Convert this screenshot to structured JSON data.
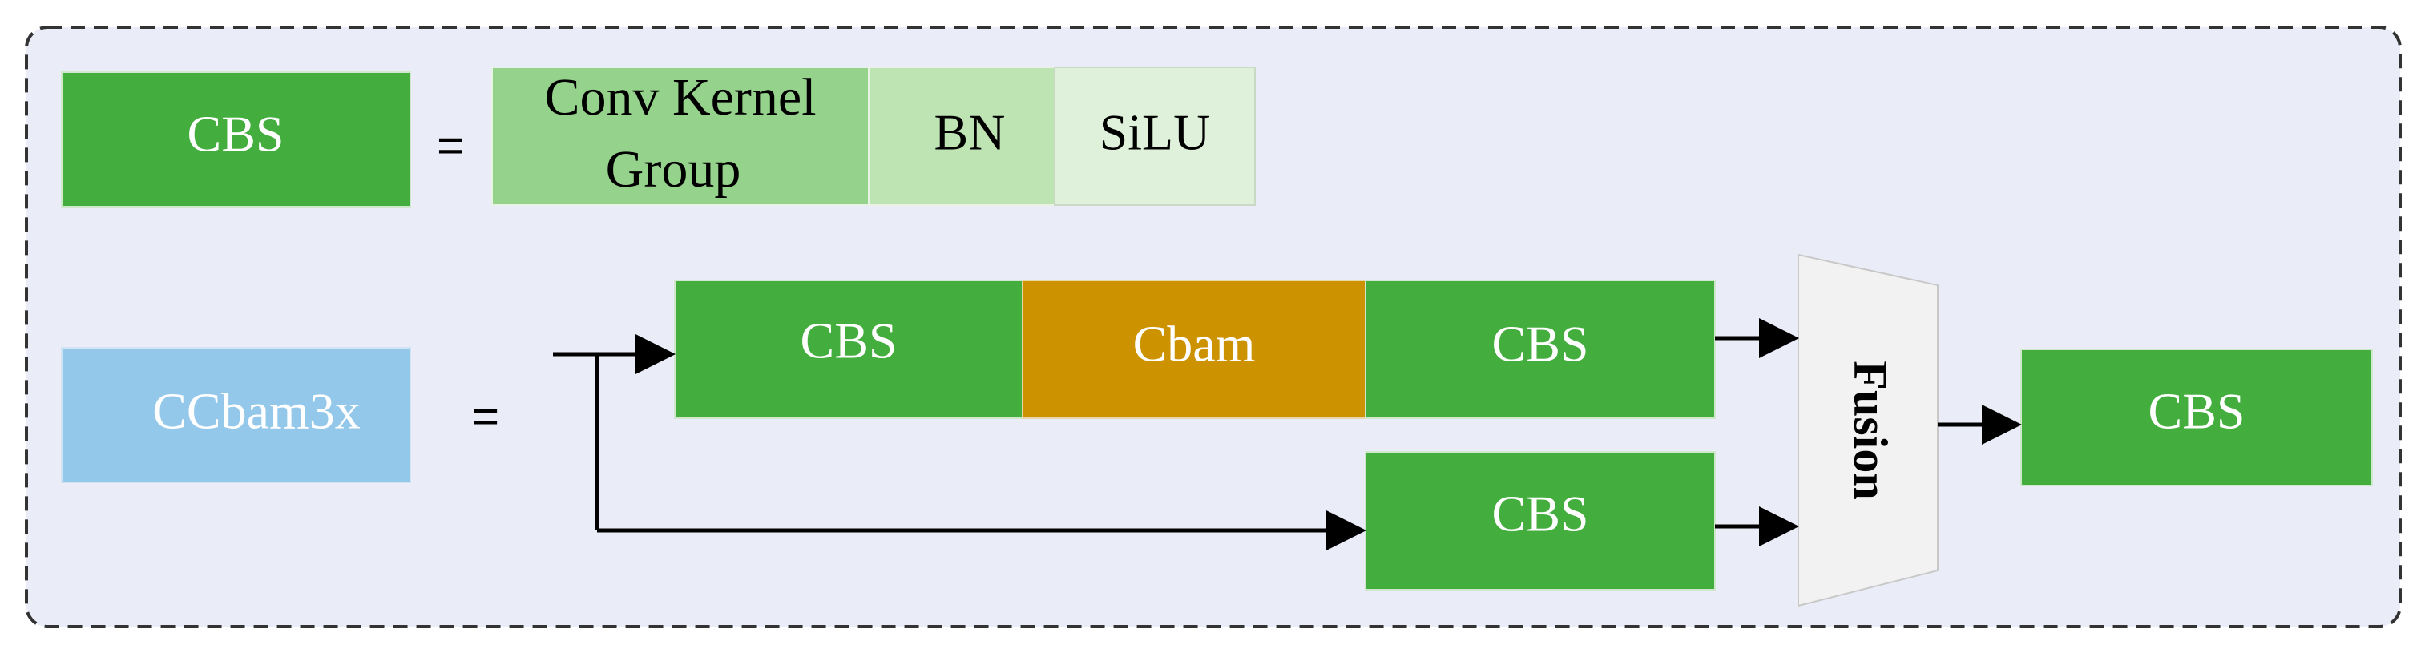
{
  "colors": {
    "panel_bg": "#eaedf8",
    "panel_border": "#333333",
    "cbs_green": "#43ad3e",
    "conv_green": "#95d28b",
    "bn_green": "#bde4b2",
    "silu_green": "#dff1da",
    "cbam_orange": "#cc9200",
    "ccbam_blue": "#94c8ea",
    "fusion_gray": "#f2f2f2",
    "arrow": "#000000",
    "text_white": "#ffffff",
    "text_black": "#000000"
  },
  "legend": {
    "cbs_label": "CBS",
    "equals": "=",
    "conv_line1": "Conv Kernel",
    "conv_line2": "Group",
    "bn_label": "BN",
    "silu_label": "SiLU"
  },
  "module": {
    "name_label": "CCbam3x",
    "equals": "=",
    "top_cbs_left": "CBS",
    "cbam_label": "Cbam",
    "top_cbs_right": "CBS",
    "bottom_cbs": "CBS",
    "fusion_label": "Fusion",
    "output_cbs": "CBS"
  }
}
